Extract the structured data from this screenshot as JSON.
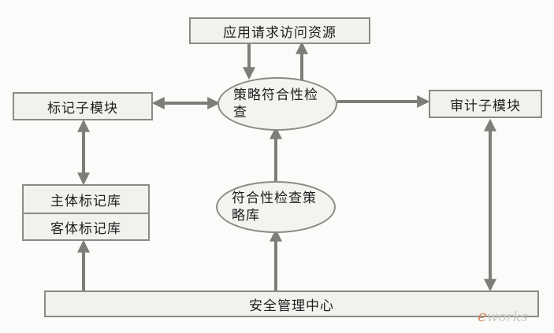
{
  "nodes": {
    "app_request": "应用请求访问资源",
    "policy_check": "策略符合性检查",
    "label_module": "标记子模块",
    "audit_module": "审计子模块",
    "subject_db": "主体标记库",
    "object_db": "客体标记库",
    "policy_db": "符合性检查策略库",
    "security_center": "安全管理中心"
  },
  "watermark": {
    "prefix": "e",
    "rest": "works"
  },
  "colors": {
    "arrow": "#7d7d79",
    "border": "#8a8a86",
    "fill": "#f1f1ee"
  }
}
